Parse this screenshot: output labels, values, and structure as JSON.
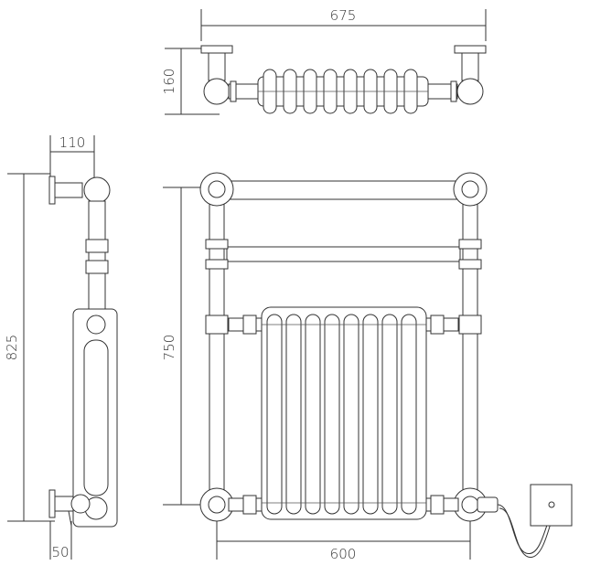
{
  "dimensions": {
    "top_width": "675",
    "top_depth": "160",
    "side_depth": "110",
    "side_height": "825",
    "front_height": "750",
    "side_wall_offset": "50",
    "front_width": "600"
  },
  "colors": {
    "line": "#333333",
    "background": "#ffffff"
  }
}
